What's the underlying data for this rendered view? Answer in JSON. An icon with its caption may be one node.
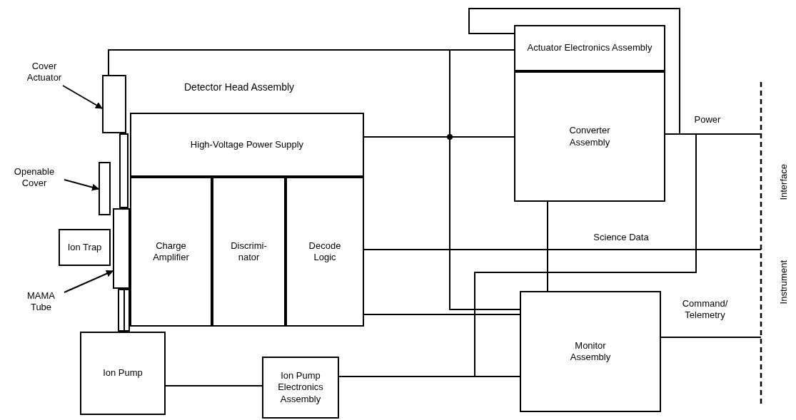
{
  "diagram": {
    "nodes": [
      {
        "text": [
          "Cover Actuator"
        ]
      },
      {
        "text": [],
        "shape": "box"
      },
      {
        "text": [
          "Openable Cover"
        ]
      },
      {
        "text": [],
        "shape": "box"
      },
      {
        "text": [
          "Ion Trap"
        ]
      },
      {
        "text": [
          "MAMA Tube"
        ]
      },
      {
        "text": [],
        "shape": "box"
      },
      {
        "text": [],
        "shape": "box"
      },
      {
        "text": [
          "High-Voltage Power Supply"
        ]
      },
      {
        "text": [
          "Charge Amplifier"
        ]
      },
      {
        "text": [
          "Discrimi- nator"
        ]
      },
      {
        "text": [
          "Decode Logic"
        ]
      },
      {
        "text": [
          "Ion Pump"
        ]
      },
      {
        "text": [
          "Ion Pump Electronics Assembly"
        ]
      },
      {
        "text": [
          "Actuator Electronics Assembly"
        ]
      },
      {
        "text": [
          "Converter Assembly"
        ]
      },
      {
        "text": [
          "Monitor Assembly"
        ]
      },
      {
        "text": [],
        "shape": "box"
      }
    ],
    "edges": [
      {
        "from": 0,
        "to": 1,
        "arrow": "to"
      },
      {
        "from": 2,
        "to": 3,
        "arrow": "to"
      },
      {
        "from": 5,
        "to": 6,
        "arrow": "to"
      },
      {
        "from": 1,
        "to": 14,
        "arrow": "none"
      },
      {
        "from": 8,
        "to": 15,
        "arrow": "none"
      },
      {
        "from": 1,
        "to": 16,
        "arrow": "none"
      },
      {
        "from": 15,
        "to": 16,
        "arrow": "none"
      },
      {
        "from": 14,
        "to": null,
        "arrow": "none"
      },
      {
        "from": 15,
        "to": null,
        "label": "Power",
        "arrow": "none"
      },
      {
        "from": 11,
        "to": null,
        "label": "Science Data",
        "arrow": "none"
      },
      {
        "from": 16,
        "to": null,
        "label": "Command/ Telemetry",
        "arrow": "none"
      },
      {
        "from": 11,
        "to": 16,
        "arrow": "none"
      },
      {
        "from": 12,
        "to": 13,
        "arrow": "none"
      },
      {
        "from": 16,
        "to": 13,
        "arrow": "none"
      },
      {
        "from": 15,
        "to": 13,
        "arrow": "none"
      }
    ],
    "labels": [
      "Detector Head Assembly",
      "Interface",
      "Instrument"
    ]
  }
}
